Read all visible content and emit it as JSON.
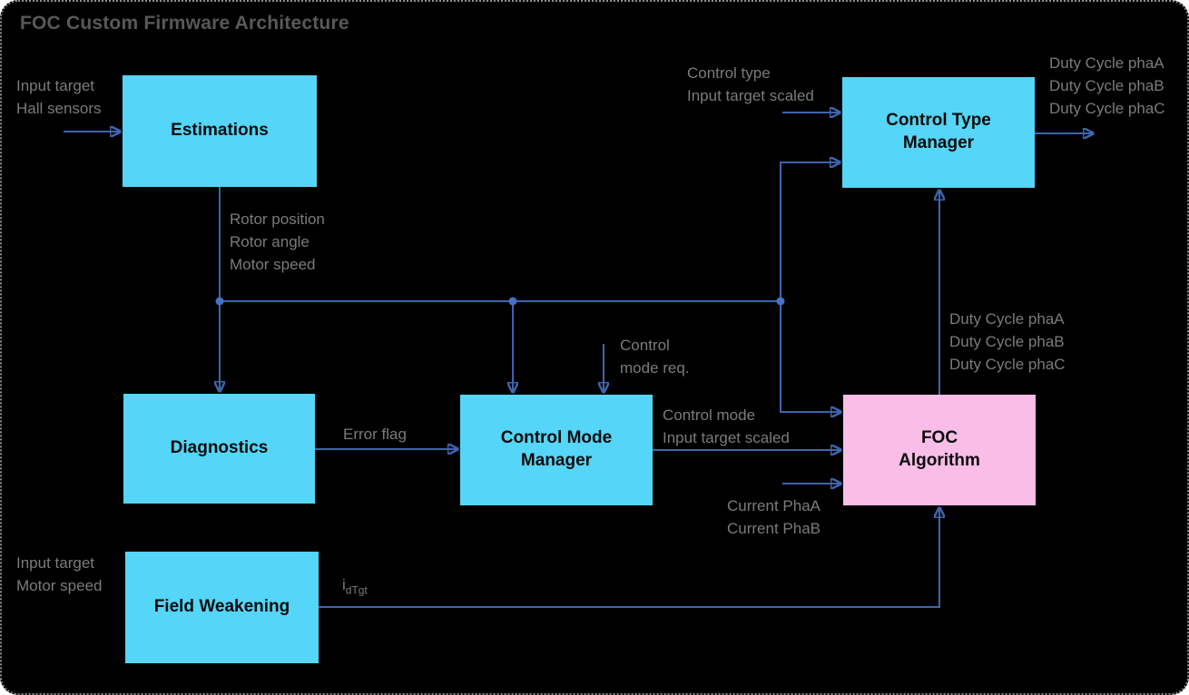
{
  "title": "FOC Custom Firmware Architecture",
  "colors": {
    "background": "#000000",
    "border_dots": "#8c8c8c",
    "node_fill_cyan": "#55D5F7",
    "node_fill_pink": "#F9BDE8",
    "connector_blue": "#3E64AE",
    "junction_dot_blue": "#4472C4",
    "label_gray": "#7B7B7B",
    "title_gray": "#595959",
    "node_text": "#0b0b0b"
  },
  "nodes": [
    {
      "id": "estimations",
      "label": "Estimations"
    },
    {
      "id": "control_type_manager",
      "label": "Control Type\nManager"
    },
    {
      "id": "diagnostics",
      "label": "Diagnostics"
    },
    {
      "id": "control_mode_manager",
      "label": "Control Mode\nManager"
    },
    {
      "id": "foc_algorithm",
      "label": "FOC\nAlgorithm"
    },
    {
      "id": "field_weakening",
      "label": "Field Weakening"
    }
  ],
  "signals": {
    "estimations_inputs": "Input target\nHall sensors",
    "ctm_inputs": "Control type\nInput target scaled",
    "ctm_outputs": "Duty Cycle phaA\nDuty Cycle phaB\nDuty Cycle phaC",
    "estimations_outputs": "Rotor position\nRotor angle\nMotor speed",
    "foc_to_ctm": "Duty Cycle phaA\nDuty Cycle phaB\nDuty Cycle phaC",
    "control_mode_request": "Control\nmode req.",
    "error_flag": "Error flag",
    "cmm_to_foc": "Control mode\nInput target scaled",
    "current_inputs": "Current PhaA\nCurrent PhaB",
    "field_weakening_inputs": "Input target\nMotor speed",
    "idtgt_base": "i",
    "idtgt_sub": "dTgt"
  }
}
